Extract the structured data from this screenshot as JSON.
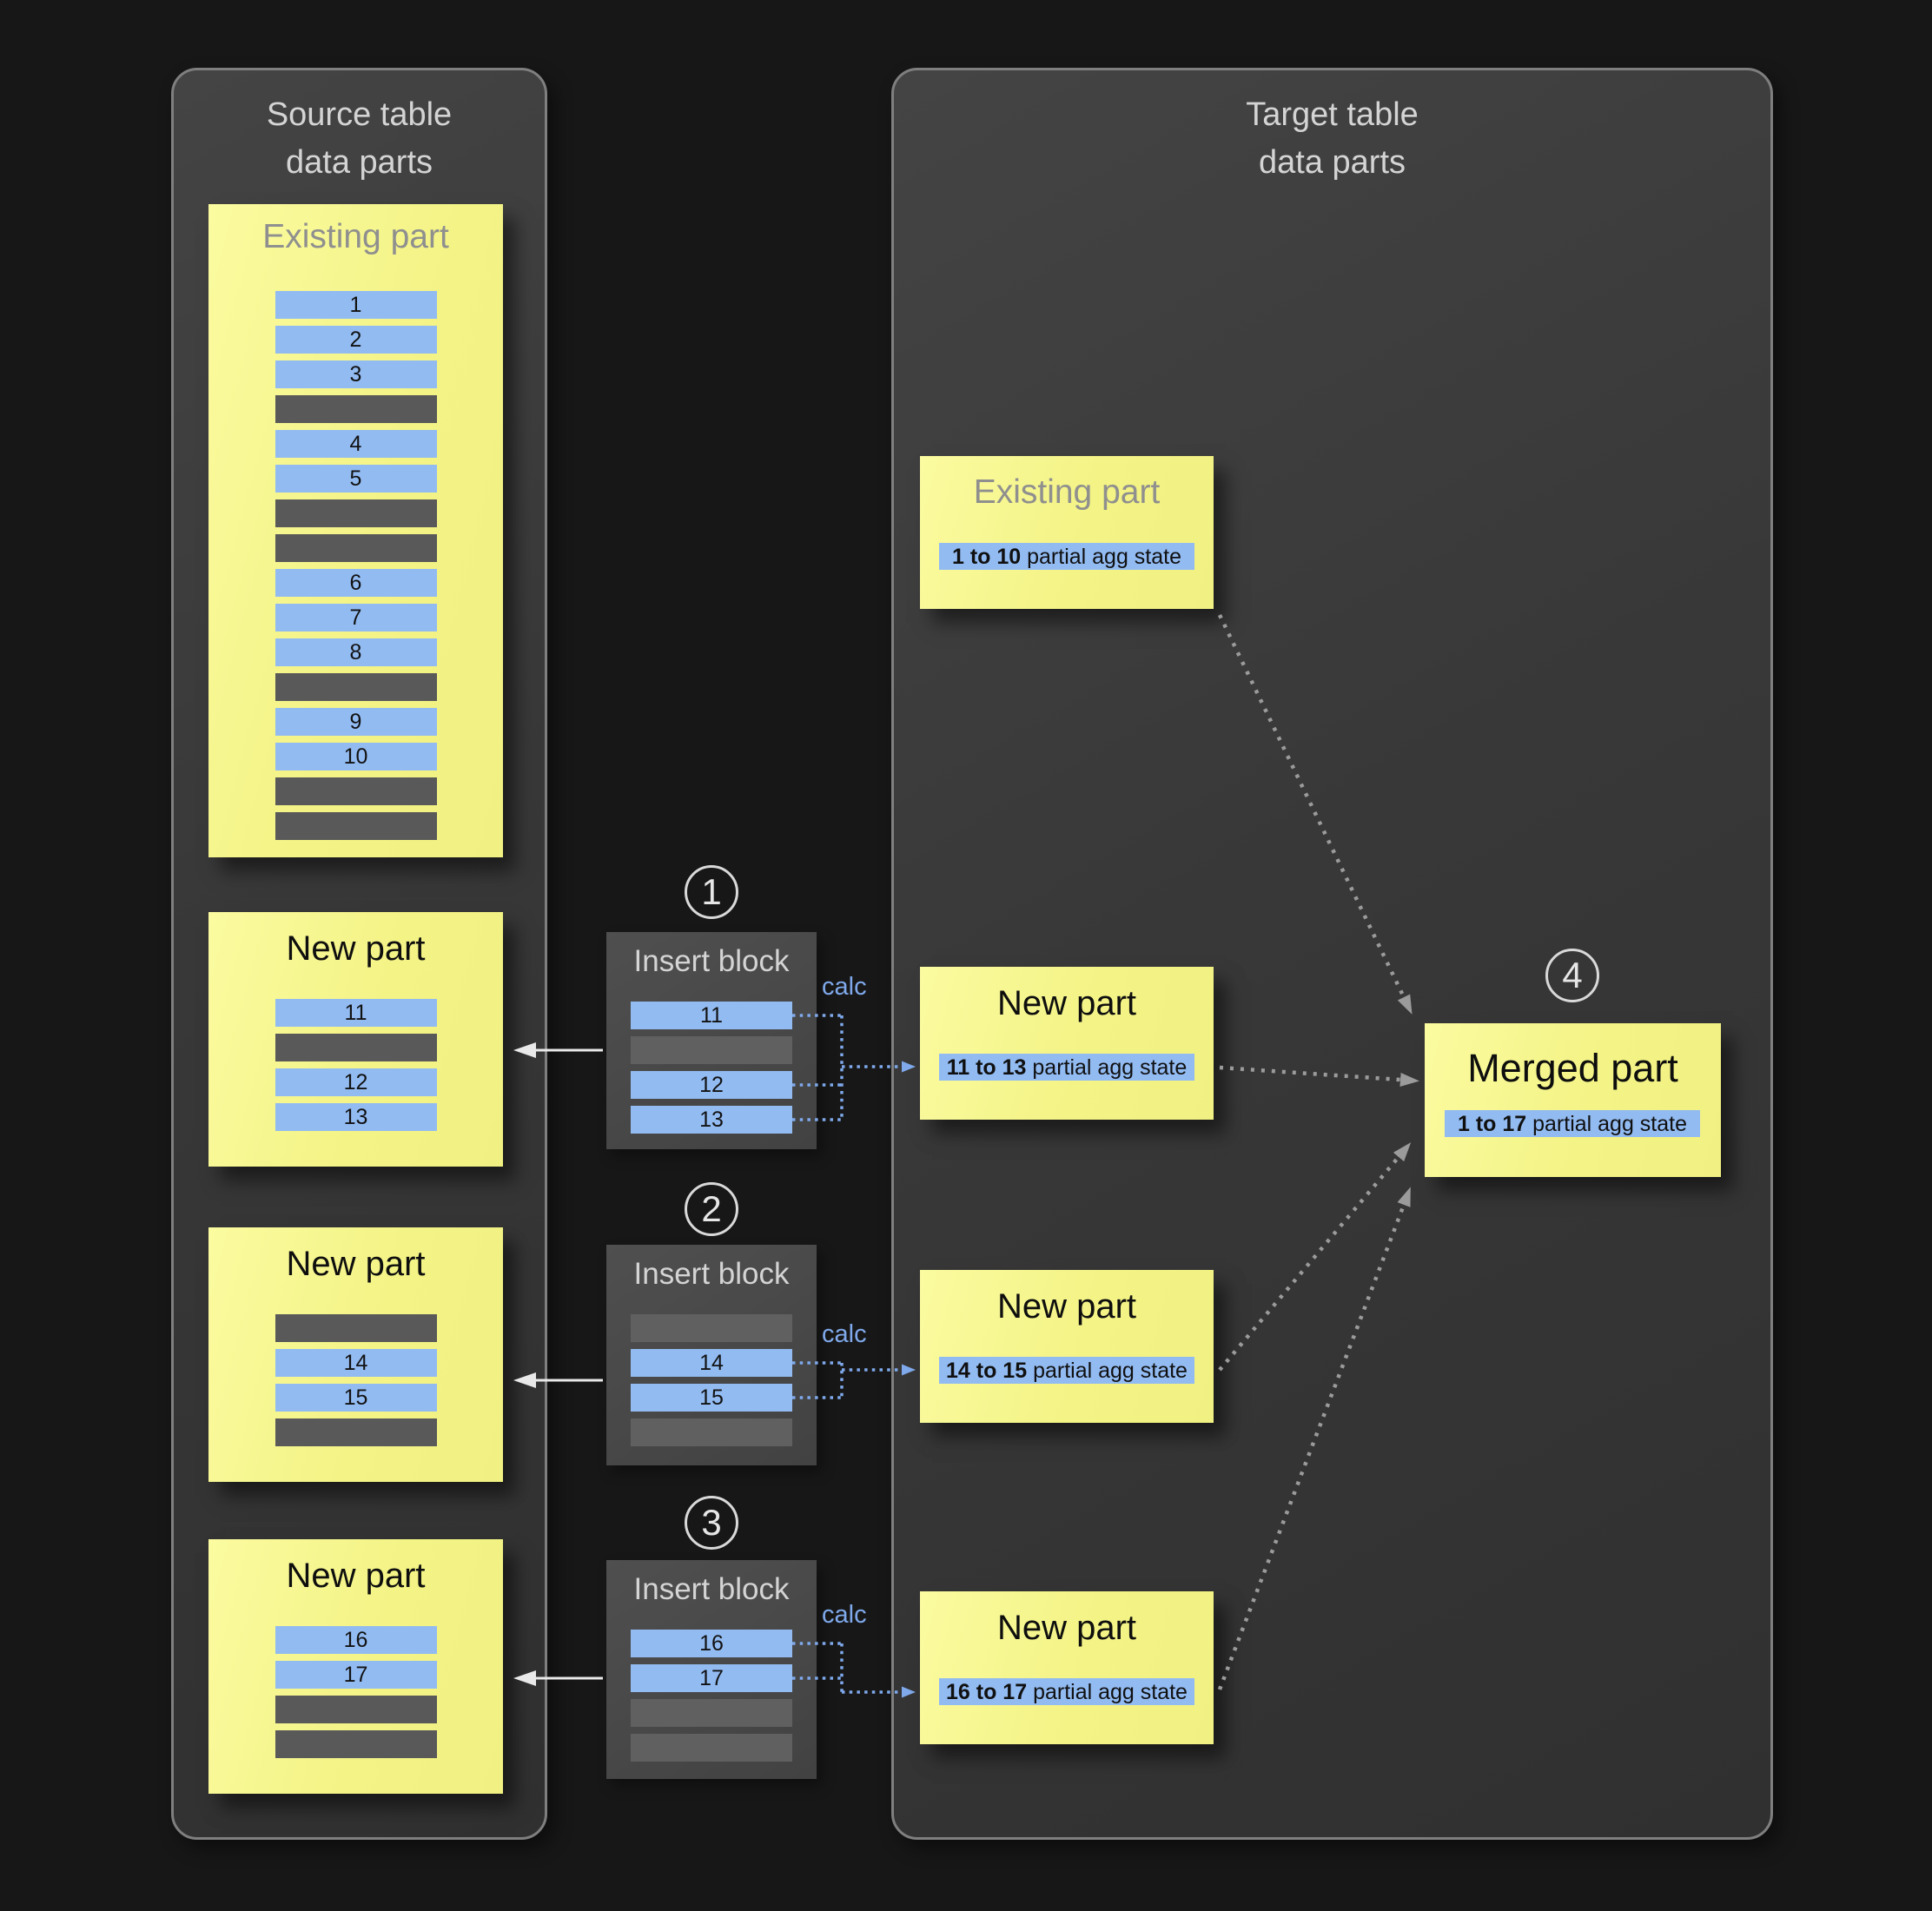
{
  "colors": {
    "background": "#171717",
    "panel_fill": "#3a3a3a",
    "part_yellow": "#f3f386",
    "row_blue": "#92bbf2",
    "row_gray": "#595959",
    "calc_blue": "#7fa9eb",
    "arrow_gray": "#9b9b9b",
    "arrow_white": "#e9e9e9"
  },
  "source_panel": {
    "title_line1": "Source table",
    "title_line2": "data parts",
    "existing_part": {
      "title": "Existing part",
      "rows": [
        "1",
        "2",
        "3",
        "",
        "4",
        "5",
        "",
        "",
        "6",
        "7",
        "8",
        "",
        "9",
        "10",
        "",
        ""
      ]
    },
    "new_parts": [
      {
        "title": "New part",
        "rows": [
          "11",
          "",
          "12",
          "13"
        ]
      },
      {
        "title": "New part",
        "rows": [
          "",
          "14",
          "15",
          ""
        ]
      },
      {
        "title": "New part",
        "rows": [
          "16",
          "17",
          "",
          ""
        ]
      }
    ]
  },
  "insert_blocks": [
    {
      "step": "1",
      "title": "Insert block",
      "calc_label": "calc",
      "rows": [
        "11",
        "",
        "12",
        "13"
      ]
    },
    {
      "step": "2",
      "title": "Insert block",
      "calc_label": "calc",
      "rows": [
        "",
        "14",
        "15",
        ""
      ]
    },
    {
      "step": "3",
      "title": "Insert block",
      "calc_label": "calc",
      "rows": [
        "16",
        "17",
        "",
        ""
      ]
    }
  ],
  "target_panel": {
    "title_line1": "Target table",
    "title_line2": "data parts",
    "existing_part": {
      "title": "Existing part",
      "agg_range": "1 to 10",
      "agg_suffix": " partial agg state"
    },
    "new_parts": [
      {
        "title": "New part",
        "agg_range": "11 to 13",
        "agg_suffix": " partial agg state"
      },
      {
        "title": "New part",
        "agg_range": "14 to 15",
        "agg_suffix": " partial agg state"
      },
      {
        "title": "New part",
        "agg_range": "16 to 17",
        "agg_suffix": " partial agg state"
      }
    ],
    "merged_part": {
      "step": "4",
      "title": "Merged part",
      "agg_range": "1 to 17",
      "agg_suffix": " partial agg state"
    }
  }
}
